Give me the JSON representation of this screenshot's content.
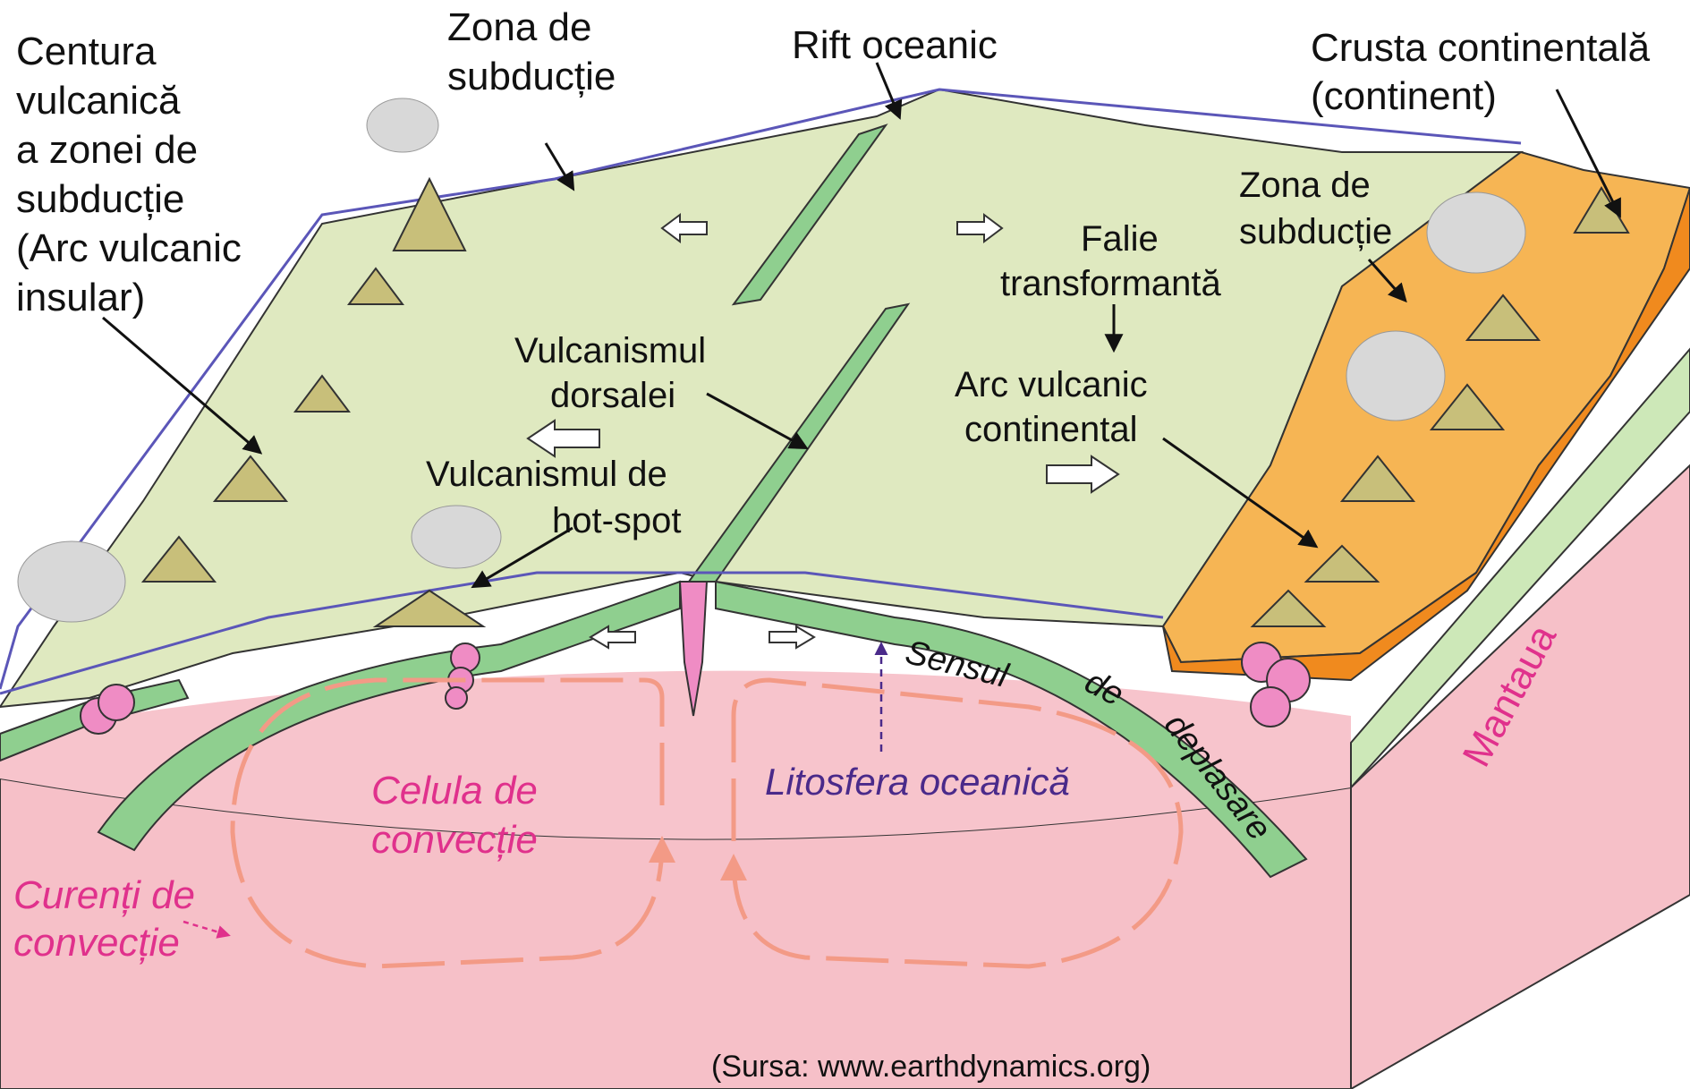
{
  "labels": {
    "centura": [
      "Centura",
      "vulcanică",
      "a zonei de",
      "subducție",
      "(Arc vulcanic",
      "insular)"
    ],
    "zona_subductie_left": [
      "Zona de",
      "subducție"
    ],
    "rift": "Rift oceanic",
    "crusta": [
      "Crusta continentală",
      "(continent)"
    ],
    "zona_subductie_right": [
      "Zona de",
      "subducție"
    ],
    "falie": [
      "Falie",
      "transformantă"
    ],
    "vulcanism_dorsalei": [
      "Vulcanismul",
      "dorsalei"
    ],
    "arc_continental": [
      "Arc vulcanic",
      "continental"
    ],
    "hotspot": [
      "Vulcanismul de",
      "hot-spot"
    ],
    "sensul": [
      "Sensul",
      "de",
      "deplasare"
    ],
    "celula": [
      "Celula de",
      "convecție"
    ],
    "litosfera": "Litosfera oceanică",
    "curenti": [
      "Curenți de",
      "convecție"
    ],
    "mantaua": "Mantaua",
    "source": "(Sursa: www.earthdynamics.org)"
  },
  "colors": {
    "mantle": "#f6c0c8",
    "plate": "#dfe9c0",
    "lithosphere": "#8fcf8f",
    "continent": "#f6b554",
    "continent_edge": "#f08a1e",
    "magma": "#ef8cc4",
    "convection_arrow": "#f39a86",
    "outline": "#5b56b8",
    "pink_text": "#e0318c",
    "purple_text": "#4a2a8a"
  }
}
